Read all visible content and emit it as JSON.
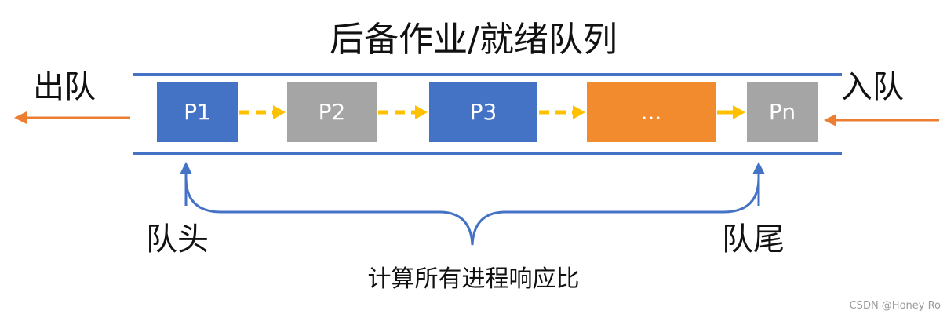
{
  "title": "后备作业/就绪队列",
  "left_label": "出队",
  "right_label": "入队",
  "head_label": "队头",
  "tail_label": "队尾",
  "bottom_label": "计算所有进程响应比",
  "processes": [
    {
      "label": "P1",
      "color": "#4472C4"
    },
    {
      "label": "P2",
      "color": "#A5A5A5"
    },
    {
      "label": "P3",
      "color": "#4472C4"
    },
    {
      "label": "...",
      "color": "#F28A2E"
    },
    {
      "label": "Pn",
      "color": "#A5A5A5"
    }
  ],
  "colors": {
    "queue_border": "#4472C4",
    "chain_arrow": "#FFC000",
    "io_arrow": "#ED7D31",
    "pointer_arrow": "#4472C4"
  },
  "watermark": "CSDN @Honey Ro"
}
